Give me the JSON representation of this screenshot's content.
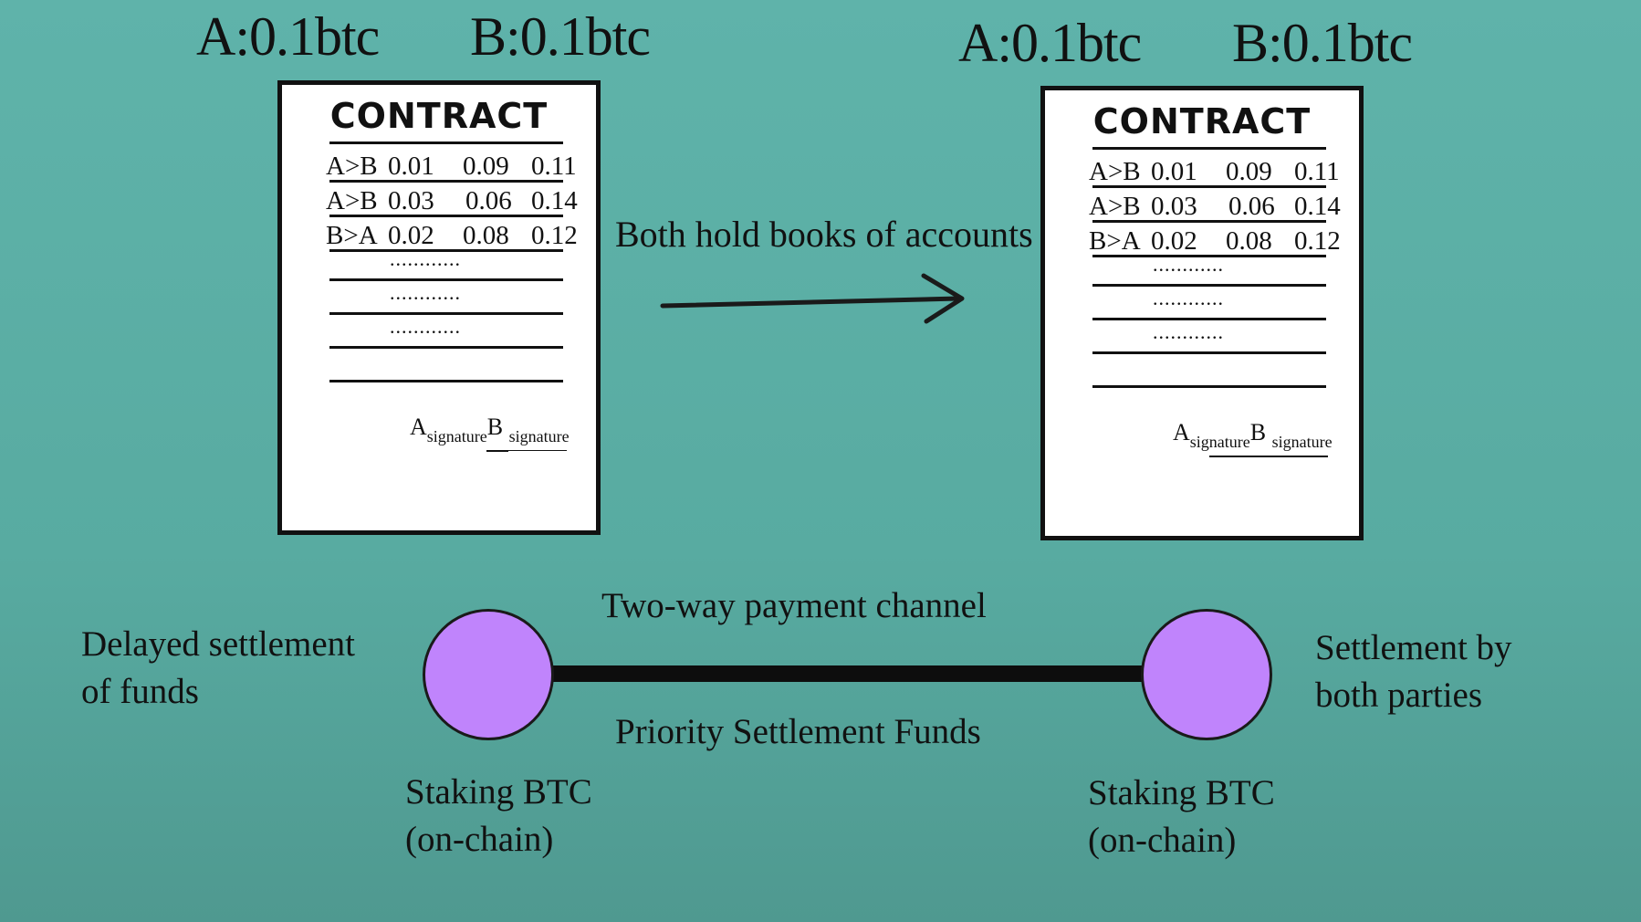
{
  "left_header": {
    "a_balance": "A:0.1btc",
    "b_balance": "B:0.1btc"
  },
  "right_header": {
    "a_balance": "A:0.1btc",
    "b_balance": "B:0.1btc"
  },
  "contract": {
    "title": "CONTRACT",
    "rows": [
      {
        "dir": "A>B",
        "amt": "0.01",
        "a": "0.09",
        "b": "0.11"
      },
      {
        "dir": "A>B",
        "amt": "0.03",
        "a": "0.06",
        "b": "0.14"
      },
      {
        "dir": "B>A",
        "amt": "0.02",
        "a": "0.08",
        "b": "0.12"
      }
    ],
    "dots": "............",
    "sig_a": "A",
    "sig_b": "B",
    "sig_word": "signature"
  },
  "arrow_label": "Both hold books of accounts",
  "channel": {
    "top_label": "Two-way payment channel",
    "bottom_label": "Priority Settlement Funds",
    "node_color": "#c084fc"
  },
  "left_side": {
    "desc_line1": "Delayed settlement",
    "desc_line2": "of funds",
    "stake_line1": "Staking  BTC",
    "stake_line2": "(on-chain)"
  },
  "right_side": {
    "desc_line1": "Settlement by",
    "desc_line2": "both parties",
    "stake_line1": "Staking  BTC",
    "stake_line2": "(on-chain)"
  }
}
